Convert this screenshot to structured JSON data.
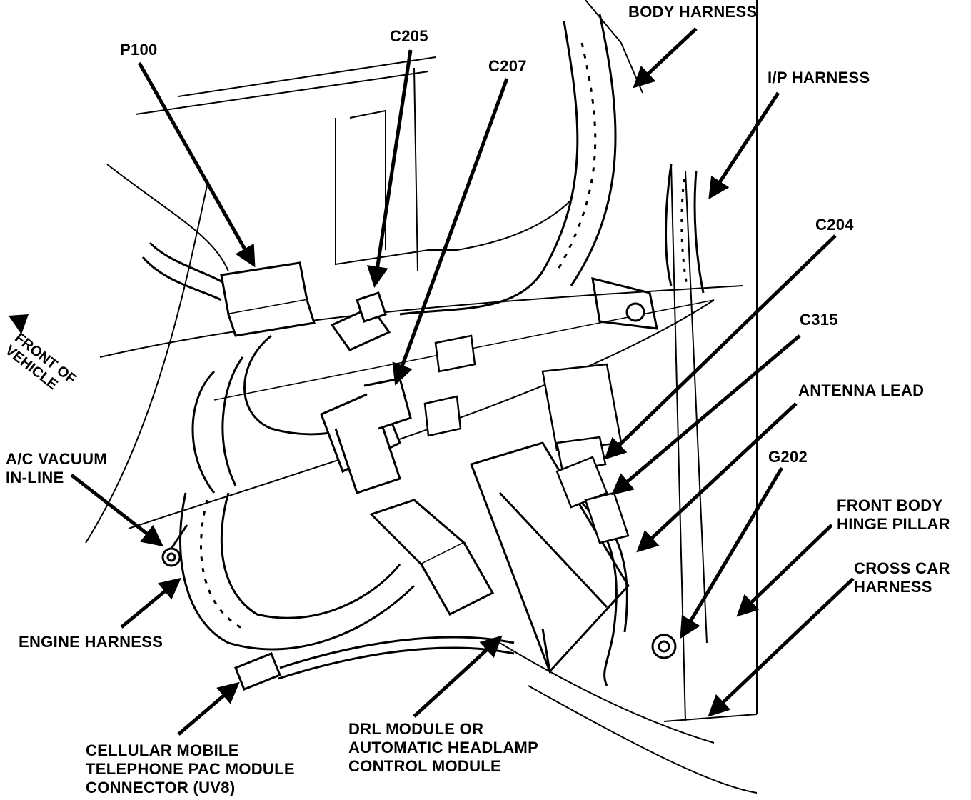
{
  "labels": {
    "body_harness": "BODY HARNESS",
    "ip_harness": "I/P HARNESS",
    "p100": "P100",
    "c205": "C205",
    "c207": "C207",
    "c204": "C204",
    "c315": "C315",
    "antenna_lead": "ANTENNA LEAD",
    "g202": "G202",
    "front_body_hinge_pillar": [
      "FRONT BODY",
      "HINGE PILLAR"
    ],
    "cross_car_harness": [
      "CROSS CAR",
      "HARNESS"
    ],
    "ac_vacuum_inline": [
      "A/C VACUUM",
      "IN-LINE"
    ],
    "engine_harness": "ENGINE HARNESS",
    "front_of_vehicle": [
      "FRONT OF",
      "VEHICLE"
    ],
    "cellular": [
      "CELLULAR MOBILE",
      "TELEPHONE PAC MODULE",
      "CONNECTOR (UV8)"
    ],
    "drl_module": [
      "DRL MODULE OR",
      "AUTOMATIC HEADLAMP",
      "CONTROL MODULE"
    ]
  },
  "colors": {
    "ink": "#000000",
    "paper": "#ffffff"
  }
}
